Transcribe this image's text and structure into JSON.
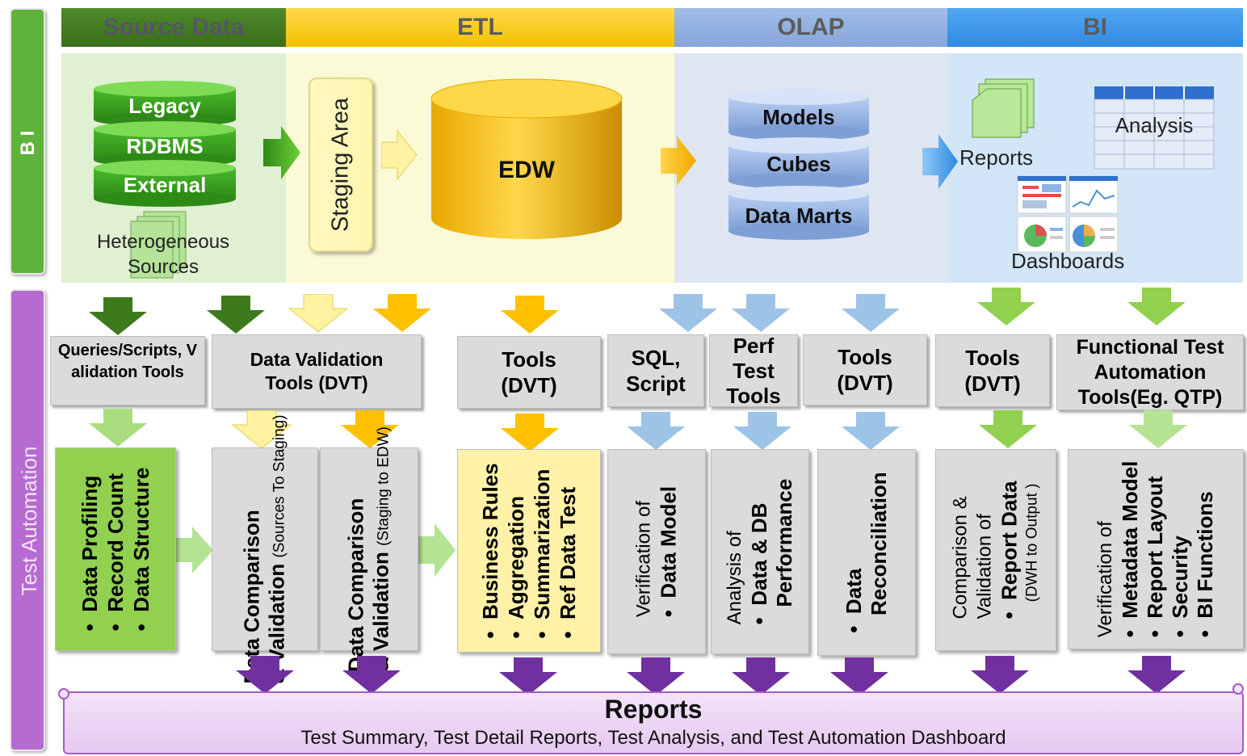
{
  "side_labels": {
    "bi": "B I",
    "test_automation": "Test Automation"
  },
  "columns": [
    {
      "title": "Source Data",
      "color": "#3f7a1f"
    },
    {
      "title": "ETL",
      "color": "#f5c800"
    },
    {
      "title": "OLAP",
      "color": "#8faadc"
    },
    {
      "title": "BI",
      "color": "#3c96e8"
    }
  ],
  "source": {
    "layers": [
      "Legacy",
      "RDBMS",
      "External"
    ],
    "caption": "Heterogeneous Sources"
  },
  "etl": {
    "staging": "Staging Area",
    "edw": "EDW"
  },
  "olap": {
    "layers": [
      "Models",
      "Cubes",
      "Data Marts"
    ]
  },
  "bi": {
    "reports": "Reports",
    "analysis": "Analysis",
    "dashboards": "Dashboards"
  },
  "tools": [
    {
      "label": "Queries/Scripts, Validation Tools"
    },
    {
      "label": "Data Validation Tools (DVT)"
    },
    {
      "label": "Tools (DVT)"
    },
    {
      "label": "SQL, Script"
    },
    {
      "label": "Perf Test Tools"
    },
    {
      "label": "Tools (DVT)"
    },
    {
      "label": "Tools (DVT)"
    },
    {
      "label": "Functional Test Automation Tools(Eg. QTP)"
    }
  ],
  "tests": {
    "profiling": [
      "Data Profiling",
      "Record Count",
      "Data Structure"
    ],
    "cmp1": {
      "title1": "Data Comparison",
      "title2": "& Validation",
      "sub": "(Sources To Staging)"
    },
    "cmp2": {
      "title1": "Data Comparison",
      "title2": "& Validation",
      "sub": "(Staging to EDW)"
    },
    "business": [
      "Business Rules",
      "Aggregation",
      "Summarization",
      "Ref Data Test"
    ],
    "model": {
      "intro": "Verification of",
      "items": [
        "Data Model"
      ]
    },
    "perf": {
      "intro": "Analysis of",
      "items": [
        "Data & DB",
        "Performance"
      ]
    },
    "recon": {
      "items": [
        "Data",
        "Reconciliation"
      ]
    },
    "report": {
      "intro1": "Comparison &",
      "intro2": "Validation of",
      "items": [
        "Report Data"
      ],
      "sub": "(DWH to Output )"
    },
    "meta": {
      "intro": "Verification of",
      "items": [
        "Metadata Model",
        "Report Layout",
        "Security",
        "BI Functions"
      ]
    }
  },
  "reports_banner": {
    "title": "Reports",
    "subtitle": "Test Summary, Test Detail Reports, Test Analysis, and Test Automation Dashboard"
  },
  "colors": {
    "green_dark": "#3c7a1c",
    "green_light": "#92d050",
    "yellow": "#ffc000",
    "yellow_light": "#fff2a0",
    "blue_light": "#9dc3e6",
    "blue": "#3c96e8",
    "purple": "#7030a0",
    "purple_light": "#eedaf5"
  }
}
